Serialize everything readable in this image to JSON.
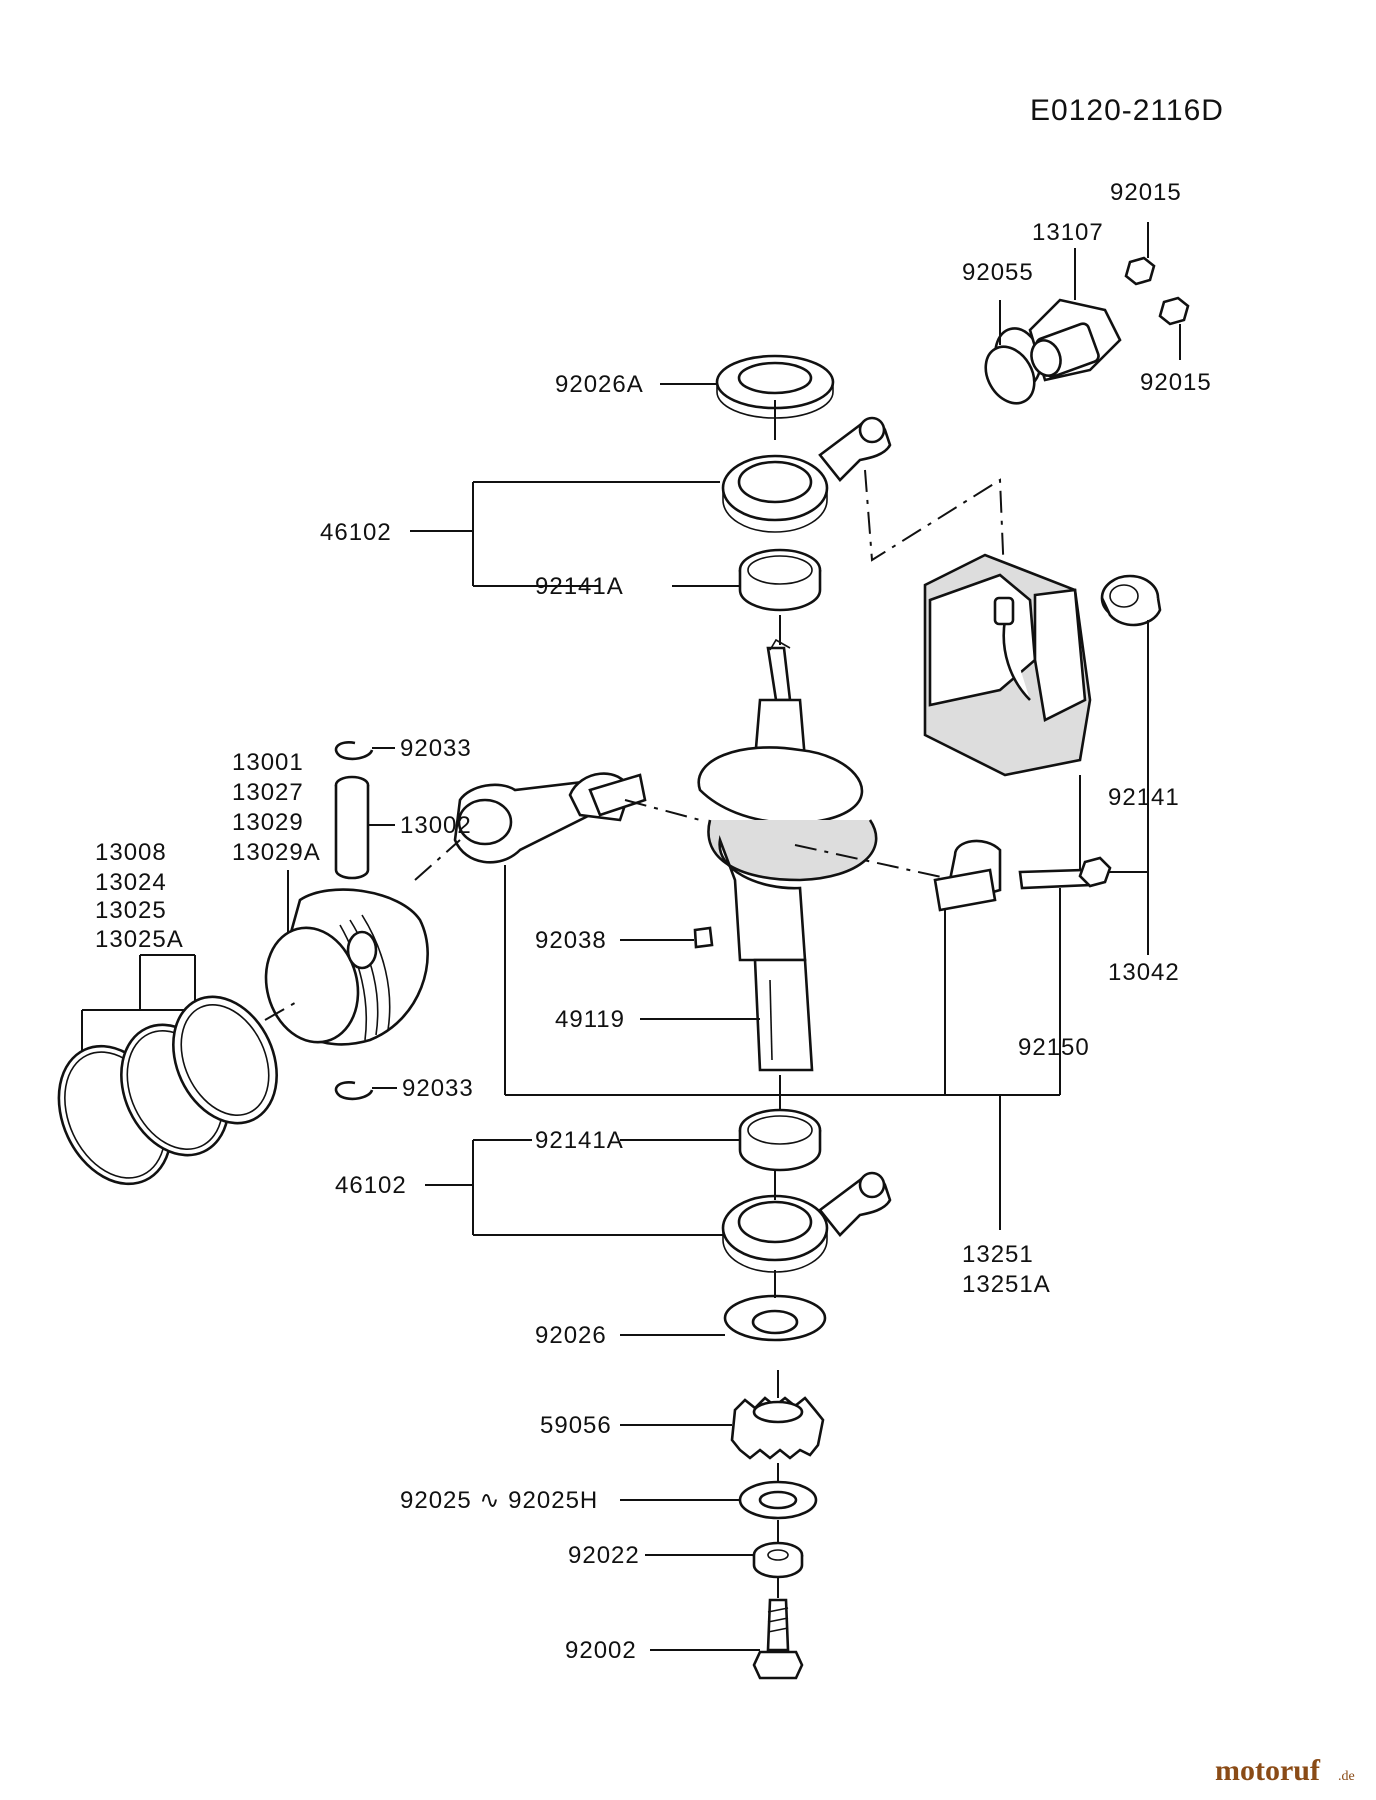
{
  "diagram_code": "E0120-2116D",
  "brand": {
    "name": "motoruf",
    "suffix": ".de"
  },
  "labels": {
    "p92015_top": "92015",
    "p13107": "13107",
    "p92055": "92055",
    "p92015_bottom": "92015",
    "p92026A": "92026A",
    "p46102_top": "46102",
    "p92141A_top": "92141A",
    "p92033_top": "92033",
    "p13001": "13001",
    "p13027": "13027",
    "p13029": "13029",
    "p13029A": "13029A",
    "p13002": "13002",
    "p13008": "13008",
    "p13024": "13024",
    "p13025": "13025",
    "p13025A": "13025A",
    "p92141": "92141",
    "p13042": "13042",
    "p92038": "92038",
    "p49119": "49119",
    "p92150": "92150",
    "p92033_bottom": "92033",
    "p92141A_bottom": "92141A",
    "p46102_bottom": "46102",
    "p13251": "13251",
    "p13251A": "13251A",
    "p92026": "92026",
    "p59056": "59056",
    "p92025_range": "92025 ∿ 92025H",
    "p92022": "92022",
    "p92002": "92002"
  },
  "colors": {
    "line": "#111111",
    "brand": "#8a4b16",
    "background": "#ffffff"
  }
}
